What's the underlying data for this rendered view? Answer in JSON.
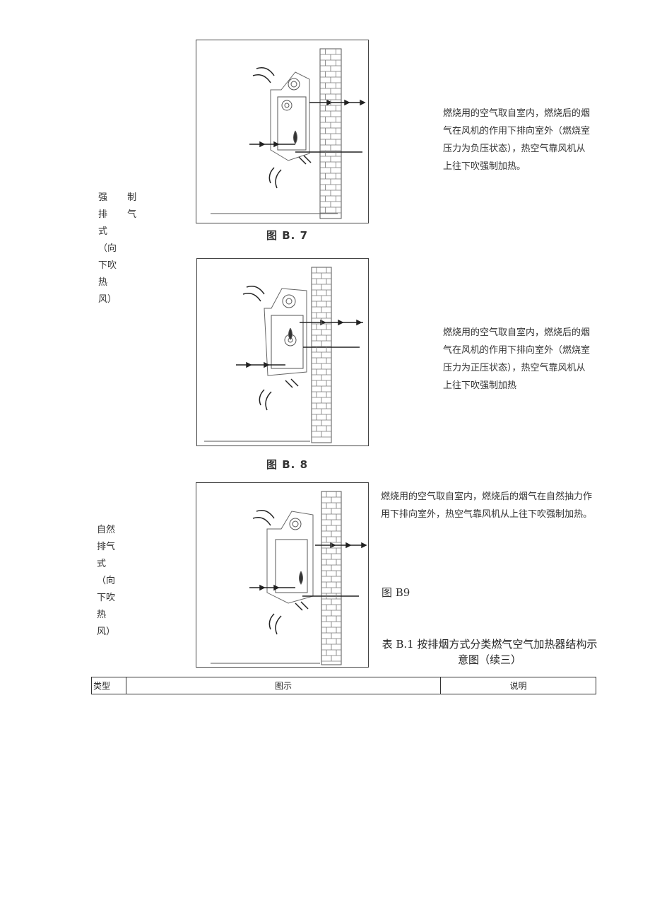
{
  "rows": [
    {
      "type_lines": [
        "强 制",
        "排 气",
        "式",
        "（向",
        "下吹",
        "热",
        "风）"
      ],
      "figures": [
        {
          "caption": "图 B. 7",
          "description": "燃烧用的空气取自室内，燃烧后的烟气在风机的作用下排向室外（燃烧室压力为负压状态），热空气靠风机从上往下吹强制加热。"
        },
        {
          "caption": "图 B. 8",
          "description": "燃烧用的空气取自室内，燃烧后的烟气在风机的作用下排向室外（燃烧室压力为正压状态），热空气靠风机从上往下吹强制加热"
        }
      ]
    },
    {
      "type_lines": [
        "自然",
        "排气",
        "式",
        "（向",
        "下吹",
        "热",
        "风）"
      ],
      "figures": [
        {
          "caption": "图 B9",
          "description": "燃烧用的空气取自室内，燃烧后的烟气在自然抽力作用下排向室外，热空气靠风机从上往下吹强制加热。"
        }
      ]
    }
  ],
  "table_title": "表 B.1 按排烟方式分类燃气空气加热器结构示意图（续三）",
  "table_header": {
    "col_type": "类型",
    "col_figure": "图示",
    "col_desc": "说明"
  },
  "colors": {
    "line": "#444444",
    "text": "#333333"
  }
}
